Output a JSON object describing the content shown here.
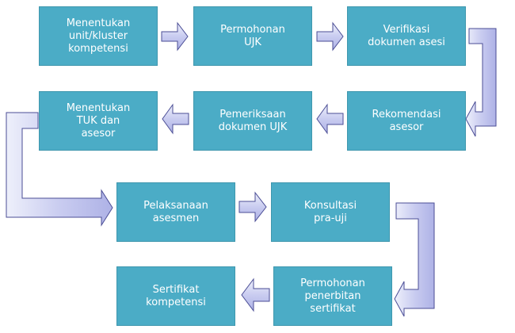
{
  "colors": {
    "box_fill": "#4bacc6",
    "box_text": "#ffffff",
    "arrow_fill_light": "#eef0fb",
    "arrow_fill_dark": "#aeb2e6",
    "arrow_stroke": "#4b4e96"
  },
  "steps": [
    {
      "id": "step-1",
      "label": "Menentukan\nunit/kluster\nkompetensi"
    },
    {
      "id": "step-2",
      "label": "Permohonan\nUJK"
    },
    {
      "id": "step-3",
      "label": "Verifikasi\ndokumen asesi"
    },
    {
      "id": "step-4",
      "label": "Rekomendasi\nasesor"
    },
    {
      "id": "step-5",
      "label": "Pemeriksaan\ndokumen UJK"
    },
    {
      "id": "step-6",
      "label": "Menentukan\nTUK dan\nasesor"
    },
    {
      "id": "step-7",
      "label": "Pelaksanaan\nasesmen"
    },
    {
      "id": "step-8",
      "label": "Konsultasi\npra-uji"
    },
    {
      "id": "step-9",
      "label": "Permohonan\npenerbitan\nsertifikat"
    },
    {
      "id": "step-10",
      "label": "Sertifikat\nkompetensi"
    }
  ]
}
